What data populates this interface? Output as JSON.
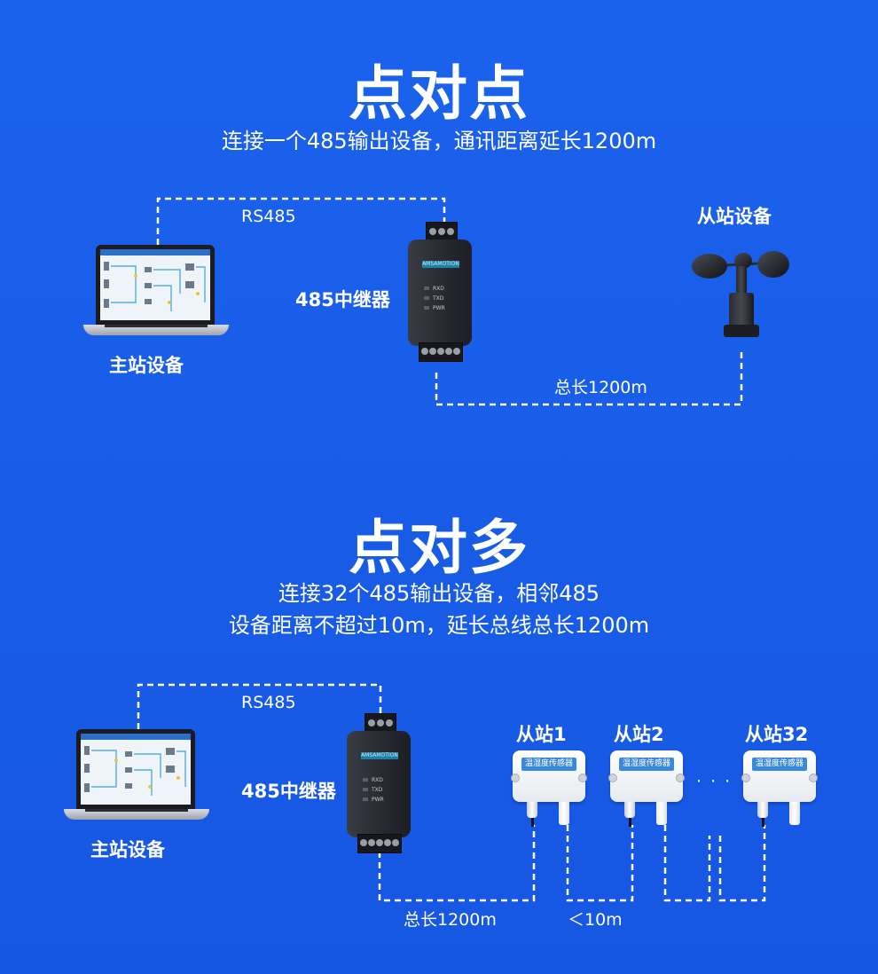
{
  "section1": {
    "title": "点对点",
    "subtitle": "连接一个485输出设备，通讯距离延长1200m",
    "rs485_label": "RS485",
    "master_label": "主站设备",
    "repeater_label": "485中继器",
    "slave_label": "从站设备",
    "distance_label": "总长1200m"
  },
  "section2": {
    "title": "点对多",
    "subtitle_line1": "连接32个485输出设备，相邻485",
    "subtitle_line2": "设备距离不超过10m，延长总线总长1200m",
    "rs485_label": "RS485",
    "master_label": "主站设备",
    "repeater_label": "485中继器",
    "slaves": [
      {
        "label": "从站1",
        "panel": "温湿度传感器"
      },
      {
        "label": "从站2",
        "panel": "温湿度传感器"
      },
      {
        "label": "从站32",
        "panel": "温湿度传感器"
      }
    ],
    "ellipsis": "· · ·",
    "distance_label": "总长1200m",
    "spacing_label": "＜10m"
  },
  "device": {
    "brand": "AMSAMOTION",
    "led_rxd": "RXD",
    "led_txd": "TXD",
    "led_pwr": "PWR"
  },
  "colors": {
    "background": "#1a5ee8",
    "wire": "#ffffff",
    "repeater_stripe": "#1f7fa6",
    "sensor_panel": "#3b8ad9"
  }
}
